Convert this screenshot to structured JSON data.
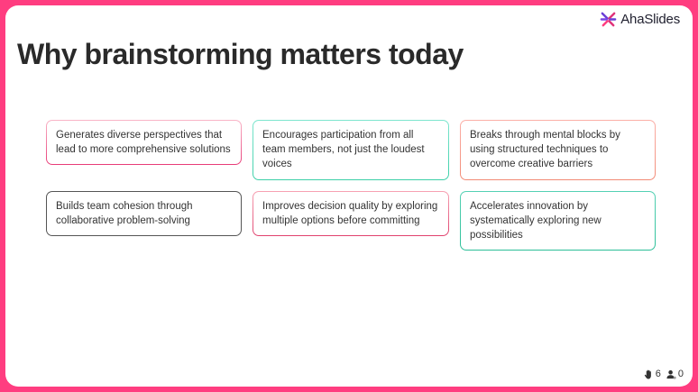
{
  "brand": {
    "name": "AhaSlides",
    "frame_color": "#ff3d80"
  },
  "slide": {
    "title": "Why brainstorming matters today",
    "cards": [
      {
        "text": "Generates diverse perspectives that lead to more comprehensive solutions",
        "border": "pink"
      },
      {
        "text": "Encourages participation from all team members, not just the loudest voices",
        "border": "teal"
      },
      {
        "text": "Breaks through mental blocks by using structured techniques to overcome creative barriers",
        "border": "coral"
      },
      {
        "text": "Builds team cohesion through collaborative problem-solving",
        "border": "dark"
      },
      {
        "text": "Improves decision quality by exploring multiple options before committing",
        "border": "rose"
      },
      {
        "text": "Accelerates innovation by systematically exploring new possibilities",
        "border": "green"
      }
    ]
  },
  "footer": {
    "hands_icon": "raised-hand-icon",
    "hands_count": "6",
    "audience_icon": "user-icon",
    "audience_count": "0"
  }
}
